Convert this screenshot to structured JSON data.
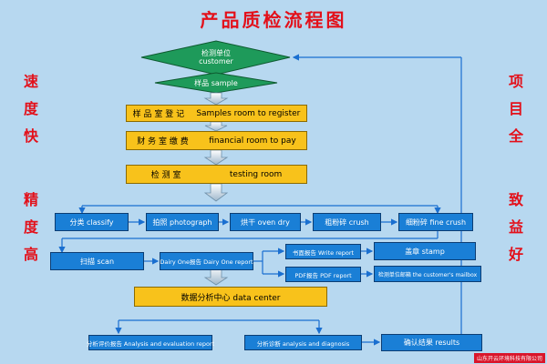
{
  "title": "产品质检流程图",
  "left_slogans": {
    "top": [
      "速",
      "度",
      "快"
    ],
    "bottom": [
      "精",
      "度",
      "高"
    ]
  },
  "right_slogans": {
    "top": [
      "项",
      "目",
      "全"
    ],
    "bottom": [
      "致",
      "益",
      "好"
    ]
  },
  "nodes": {
    "customer": {
      "cn": "检测单位",
      "en": "customer"
    },
    "sample": "样品  sample",
    "register": {
      "cn": "样 品 室 登 记",
      "en": "Samples room to register"
    },
    "finance": {
      "cn": "财 务 室 缴 费",
      "en": "financial room to pay"
    },
    "testing": {
      "cn": "检      测      室",
      "en": "testing room"
    },
    "classify": "分类    classify",
    "photo": "拍照   photograph",
    "ovendry": "烘干    oven dry",
    "crush": "粗粉碎    crush",
    "finecrush": "细粉碎    fine crush",
    "scan": "扫描      scan",
    "dairy": "Dairy One报告   Dairy One report",
    "write": "书面报告    Write report",
    "pdf": "PDF报告    PDF report",
    "stamp": "盖章         stamp",
    "mailbox": "检测单位邮箱      the customer's mailbox",
    "datacenter": "数据分析中心                data center",
    "analysis_report": "分析评价报告    Analysis and evaluation report",
    "diagnosis": "分析诊断      analysis and diagnosis",
    "results": "确认结果          results"
  },
  "footer": "山东开云环境科技有限公司",
  "colors": {
    "background": "#b7d8f0",
    "yellow_box": "#f8c21b",
    "blue_box": "#1a7fd6",
    "green_diamond": "#1e9a5a",
    "title": "#e3101a",
    "arrow": "#1a6fd0"
  }
}
